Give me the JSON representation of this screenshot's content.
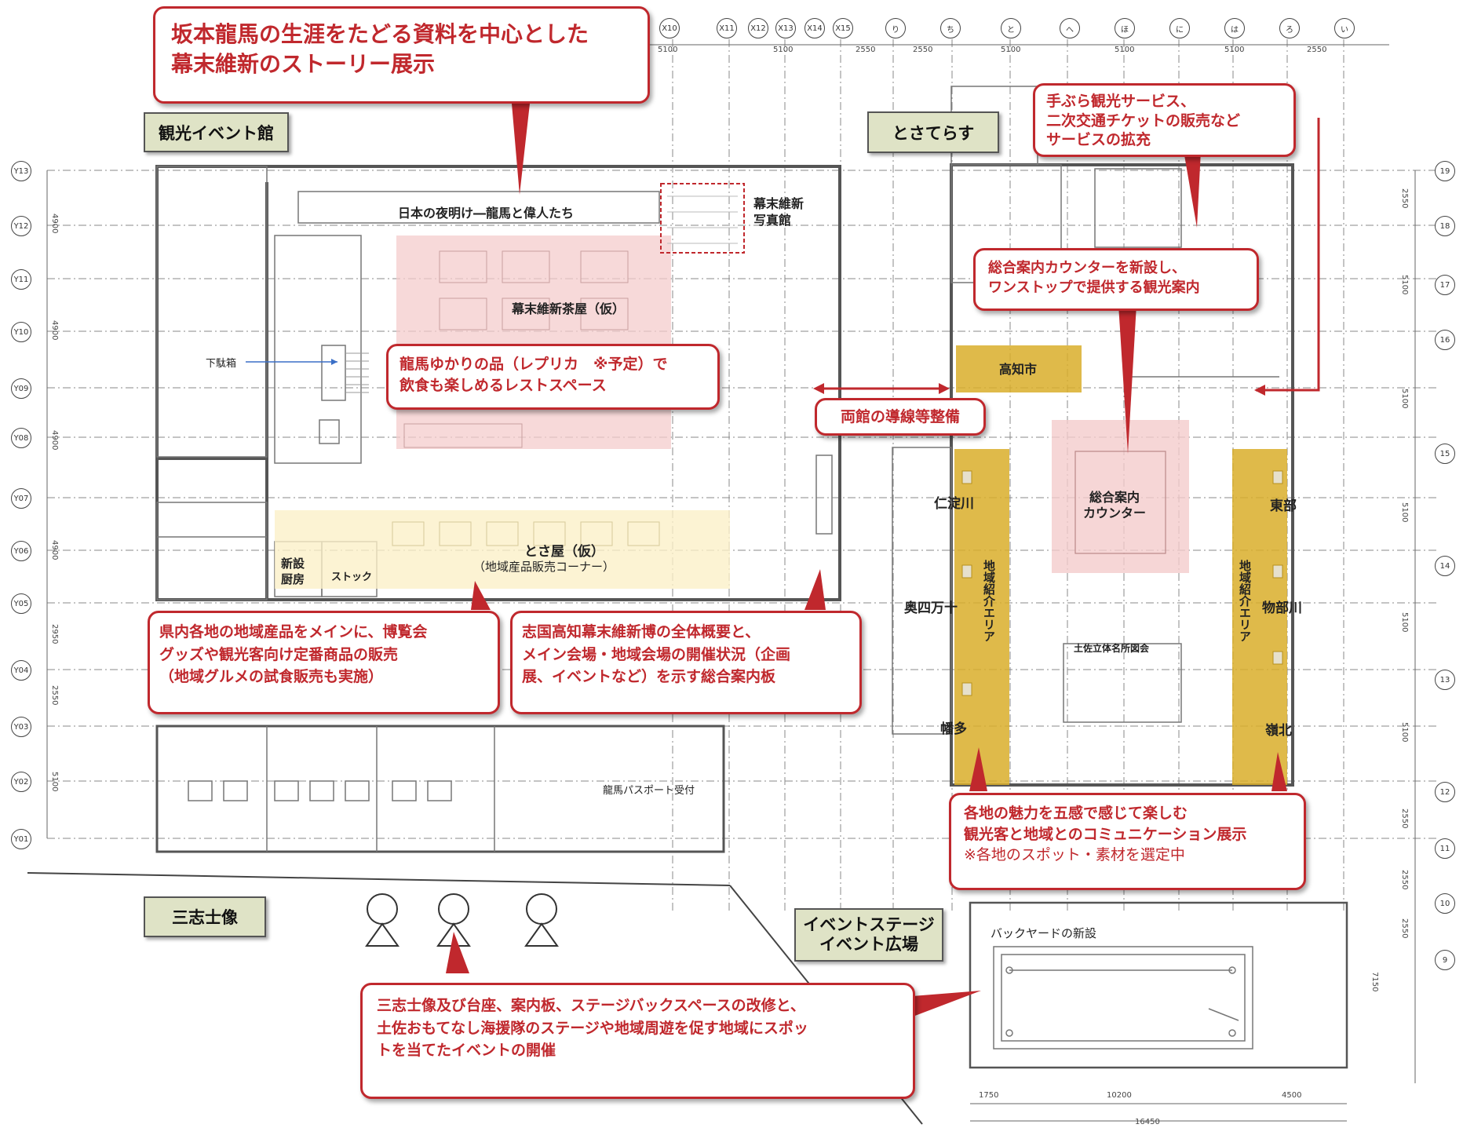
{
  "callouts": {
    "story": [
      "坂本龍馬の生涯をたどる資料を中心とした",
      "幕末維新のストーリー展示"
    ],
    "tebura": [
      "手ぶら観光サービス、",
      "二次交通チケットの販売など",
      "サービスの拡充"
    ],
    "info_counter": [
      "総合案内カウンターを新設し、",
      "ワンストップで提供する観光案内"
    ],
    "ryoma_items": [
      "龍馬ゆかりの品（レプリカ　※予定）で",
      "飲食も楽しめるレストスペース"
    ],
    "route": "両館の導線等整備",
    "products": [
      "県内各地の地域産品をメインに、博覧会",
      "グッズや観光客向け定番商品の販売",
      "（地域グルメの試食販売も実施）"
    ],
    "board": [
      "志国高知幕末維新博の全体概要と、",
      "メイン会場・地域会場の開催状況（企画",
      "展、イベントなど）を示す総合案内板"
    ],
    "five_senses": [
      "各地の魅力を五感で感じて楽しむ",
      "観光客と地域とのコミュニケーション展示"
    ],
    "five_senses_note": "※各地のスポット・素材を選定中",
    "statue": [
      "三志士像及び台座、案内板、ステージバックスペースの改修と、",
      "土佐おもてなし海援隊のステージや地域周遊を促す地域にスポッ",
      "トを当てたイベントの開催"
    ]
  },
  "section_labels": {
    "event_hall": "観光イベント館",
    "tosaterasu": "とさてらす",
    "statues": "三志士像",
    "stage": [
      "イベントステージ",
      "イベント広場"
    ]
  },
  "plan_text": {
    "nihon_no_yoake": "日本の夜明け―龍馬と偉人たち",
    "photo_studio": [
      "幕末維新",
      "写真館"
    ],
    "teahouse": "幕末維新茶屋（仮）",
    "getabako": "下駄箱",
    "tosaya": "とさ屋（仮）",
    "tosaya_sub": "（地域産品販売コーナー）",
    "new_kitchen": [
      "新設",
      "厨房"
    ],
    "stock": "ストック",
    "passport": "龍馬パスポート受付",
    "kochi_city": "高知市",
    "counter": [
      "総合案内",
      "カウンター"
    ],
    "niyodogawa": "仁淀川",
    "okushimanto": "奥四万十",
    "hata": "幡多",
    "tobu": "東部",
    "monobegawa": "物部川",
    "reihoku": "嶺北",
    "region_area": "地域紹介エリア",
    "tosa_meisho": "土佐立体名所図会",
    "backyard": "バックヤードの新設"
  },
  "grid_top": [
    "X10",
    "X11",
    "X12",
    "X13",
    "X14",
    "X15",
    "り",
    "ち",
    "と",
    "へ",
    "ほ",
    "に",
    "は",
    "ろ",
    "い"
  ],
  "grid_left": [
    "Y13",
    "Y12",
    "Y11",
    "Y10",
    "Y09",
    "Y08",
    "Y07",
    "Y06",
    "Y05",
    "Y04",
    "Y03",
    "Y02",
    "Y01"
  ],
  "grid_right": [
    "19",
    "18",
    "17",
    "16",
    "15",
    "14",
    "13",
    "12",
    "11",
    "10",
    "9"
  ],
  "dims_top": [
    "5100",
    "5100",
    "2550",
    "2550",
    "5100",
    "5100",
    "5100",
    "2550"
  ],
  "dims_left": [
    "4900",
    "4900",
    "4900",
    "4900",
    "2950",
    "2550",
    "5100"
  ],
  "dims_right": [
    "2550",
    "5100",
    "5100",
    "5100",
    "5100",
    "5100",
    "2550",
    "2550",
    "2550",
    "7150"
  ],
  "dims_bottom": [
    "1750",
    "10200",
    "4500",
    "16450"
  ],
  "colors": {
    "accent": "#c0282d",
    "region_area": "#d9ae2a",
    "tea_pink": "#f2c4c4",
    "label_bg": "#dfe3c6"
  }
}
